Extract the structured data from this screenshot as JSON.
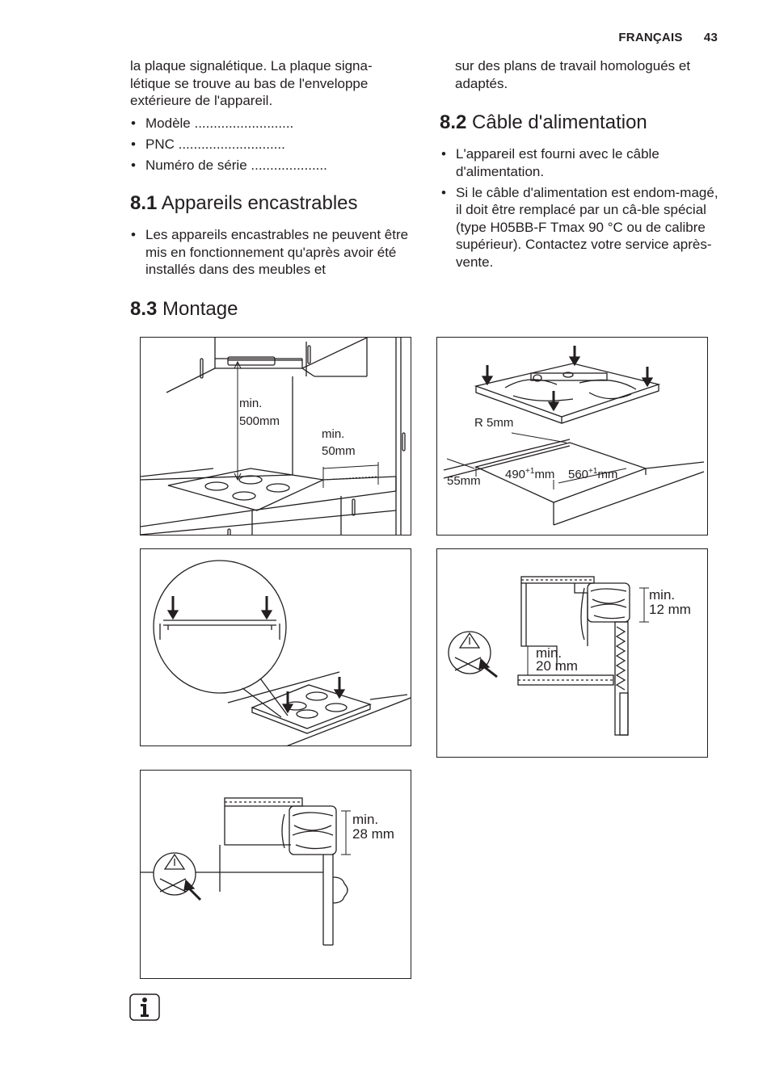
{
  "header": {
    "language": "FRANÇAIS",
    "page_number": "43"
  },
  "left_column": {
    "intro": "la plaque signalétique. La plaque signa-létique se trouve au bas de l'enveloppe extérieure de l'appareil.",
    "intro_lines": [
      "la plaque signalétique. La plaque signa-",
      "létique se trouve au bas de l'enveloppe",
      "extérieure de l'appareil."
    ],
    "items": [
      "Modèle ..........................",
      "PNC ............................",
      "Numéro de série ...................."
    ]
  },
  "section_8_1": {
    "number": "8.1",
    "title": "Appareils encastrables",
    "bullets": [
      "Les appareils encastrables ne peuvent être mis en fonctionnement qu'après avoir été installés dans des meubles et"
    ]
  },
  "right_column": {
    "continuation": "sur des plans de travail homologués et adaptés."
  },
  "section_8_2": {
    "number": "8.2",
    "title": "Câble d'alimentation",
    "bullets": [
      "L'appareil est fourni avec le câble d'alimentation.",
      "Si le câble d'alimentation est endom-magé, il doit être remplacé par un câ-ble spécial (type H05BB-F Tmax 90 °C ou de calibre supérieur). Contactez votre service après-vente."
    ]
  },
  "section_8_3": {
    "number": "8.3",
    "title": "Montage"
  },
  "figures": {
    "fig1": {
      "label_min1": "min.",
      "label_500": "500mm",
      "label_min2": "min.",
      "label_50": "50mm"
    },
    "fig2": {
      "label_r5": "R 5mm",
      "label_55": "55mm",
      "label_490": "490",
      "label_560": "560",
      "sup": "+1",
      "unit": "mm"
    },
    "fig4": {
      "label_min": "min.",
      "label_12": "12 mm",
      "label_min2": "min.",
      "label_20": "20 mm"
    },
    "fig5": {
      "label_min": "min.",
      "label_28": "28 mm"
    }
  },
  "icons": {
    "info": "info-icon",
    "warning": "warning-triangle-icon",
    "arrow": "arrow-down-icon"
  }
}
